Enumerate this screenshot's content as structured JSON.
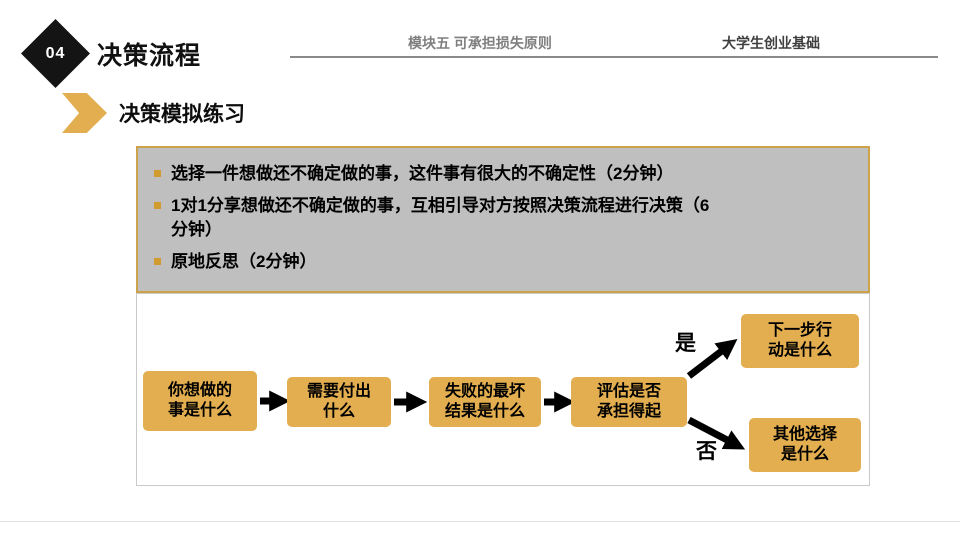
{
  "header": {
    "slide_number": "04",
    "title": "决策流程",
    "module": "模块五  可承担损失原则",
    "course": "大学生创业基础"
  },
  "section": {
    "heading": "决策模拟练习"
  },
  "instructions": {
    "items": [
      "选择一件想做还不确定做的事，这件事有很大的不确定性（2分钟）",
      "1对1分享想做还不确定做的事，互相引导对方按照决策流程进行决策（6\n分钟）",
      "原地反思（2分钟）"
    ]
  },
  "flowchart": {
    "steps": [
      "你想做的\n事是什么",
      "需要付出\n什么",
      "失败的最坏\n结果是什么",
      "评估是否\n承担得起"
    ],
    "yes_label": "是",
    "no_label": "否",
    "yes_outcome": "下一步行\n动是什么",
    "no_outcome": "其他选择\n是什么"
  },
  "colors": {
    "gold": "#E3AE4F",
    "gray_box": "#BFBFBF",
    "diamond_black": "#141414"
  }
}
